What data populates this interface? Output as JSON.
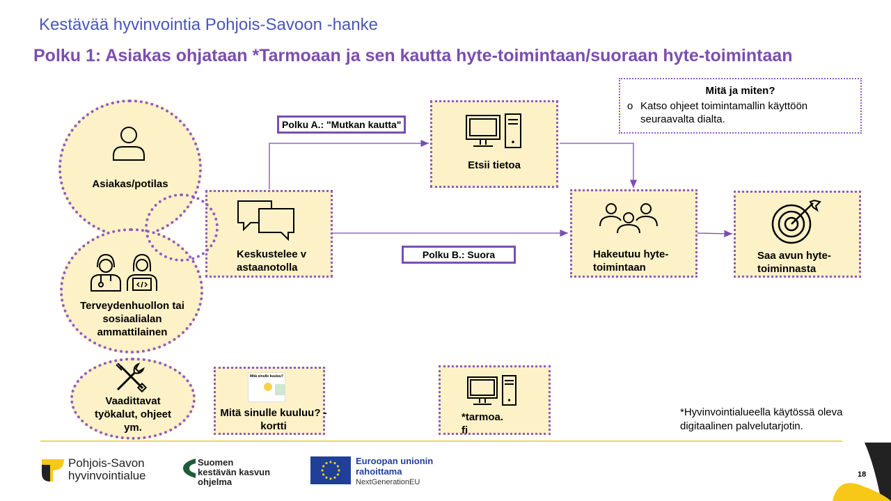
{
  "header": {
    "subtitle": "Kestävää hyvinvointia Pohjois-Savoon -hanke",
    "title": "Polku 1: Asiakas ohjataan *Tarmoaan ja sen kautta hyte-toimintaan/suoraan hyte-toimintaan"
  },
  "actors": {
    "customer": "Asiakas/potilas",
    "professional": "Terveydenhuollon tai sosiaalialan ammattilainen",
    "tools": "Vaadittavat työkalut, ohjeet ym."
  },
  "steps": {
    "discuss": "Keskustelee vastaanotolla",
    "search": "Etsii tietoa",
    "seek": "Hakeutuu hyte-toimintaan",
    "receive": "Saa avun hyte-toiminnasta"
  },
  "paths": {
    "a": "Polku A.: \"Mutkan kautta\"",
    "b": "Polku B.: Suora"
  },
  "tools_items": {
    "card": "Mitä sinulle kuuluu? -kortti",
    "card_thumb": "Mitä sinulle kuuluu?",
    "site": "*tarmoa. fi"
  },
  "info": {
    "title": "Mitä ja miten?",
    "bullet": "o",
    "text": "Katso ohjeet toimintamallin käyttöön seuraavalta dialta."
  },
  "footnote": "*Hyvinvointialueella käytössä oleva digitaalinen palvelutarjotin.",
  "footer": {
    "logo1_line1": "Pohjois-Savon",
    "logo1_line2": "hyvinvointialue",
    "logo2_line1": "Suomen",
    "logo2_line2": "kestävän kasvun",
    "logo2_line3": "ohjelma",
    "eu_line1": "Euroopan unionin",
    "eu_line2": "rahoittama",
    "eu_line3": "NextGenerationEU",
    "page": "18"
  },
  "colors": {
    "accent": "#7b4db0",
    "subtitle": "#4a56b8",
    "box_fill": "#fdf1c7",
    "rule": "#f2d74a",
    "eu_blue": "#1f3f99",
    "logo_yellow": "#f7c818"
  }
}
